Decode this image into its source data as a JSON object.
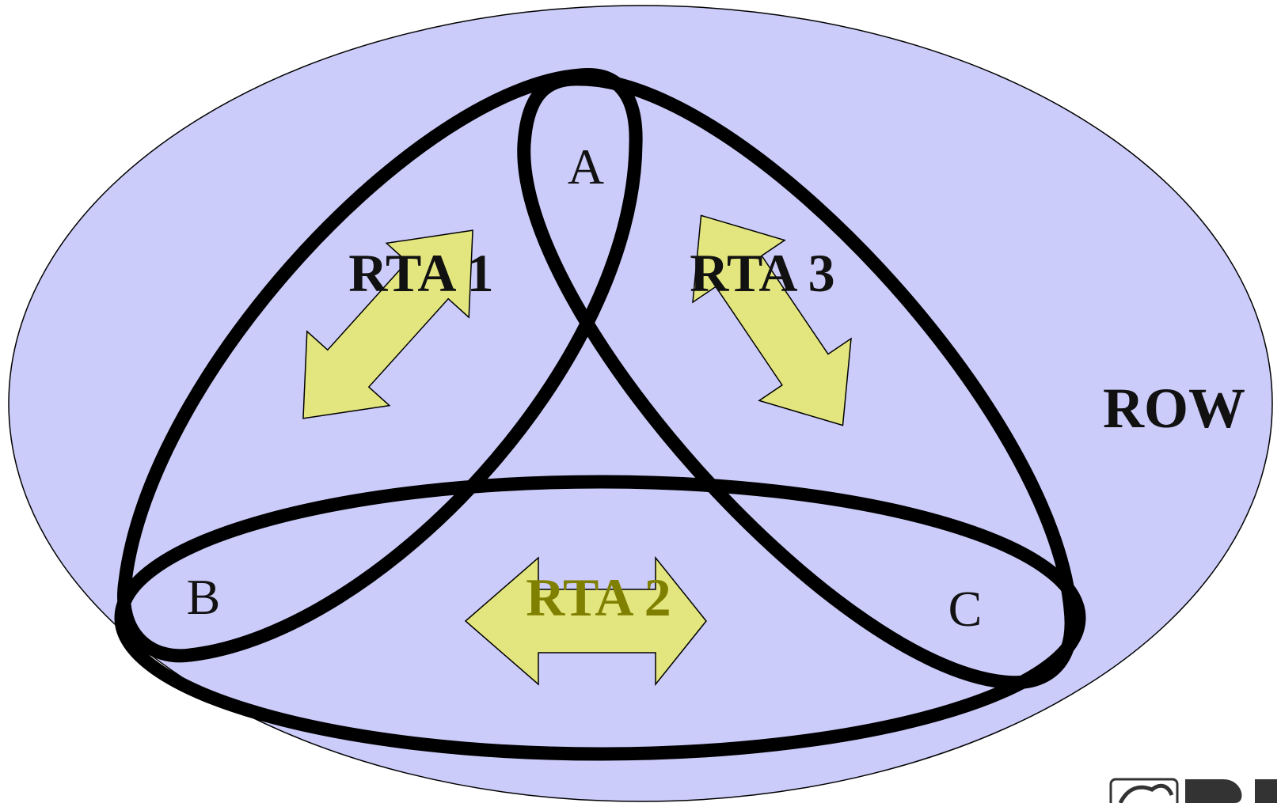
{
  "diagram": {
    "regions": {
      "a": "A",
      "b": "B",
      "c": "C",
      "row": "ROW"
    },
    "agreements": {
      "rta1": "RTA 1",
      "rta2": "RTA 2",
      "rta3": "RTA 3"
    },
    "colors": {
      "world_fill": "#ccccfa",
      "arrow_fill": "#e3e57e",
      "outline": "#000000",
      "label_dark": "#111111",
      "label_olive": "#808000"
    }
  }
}
